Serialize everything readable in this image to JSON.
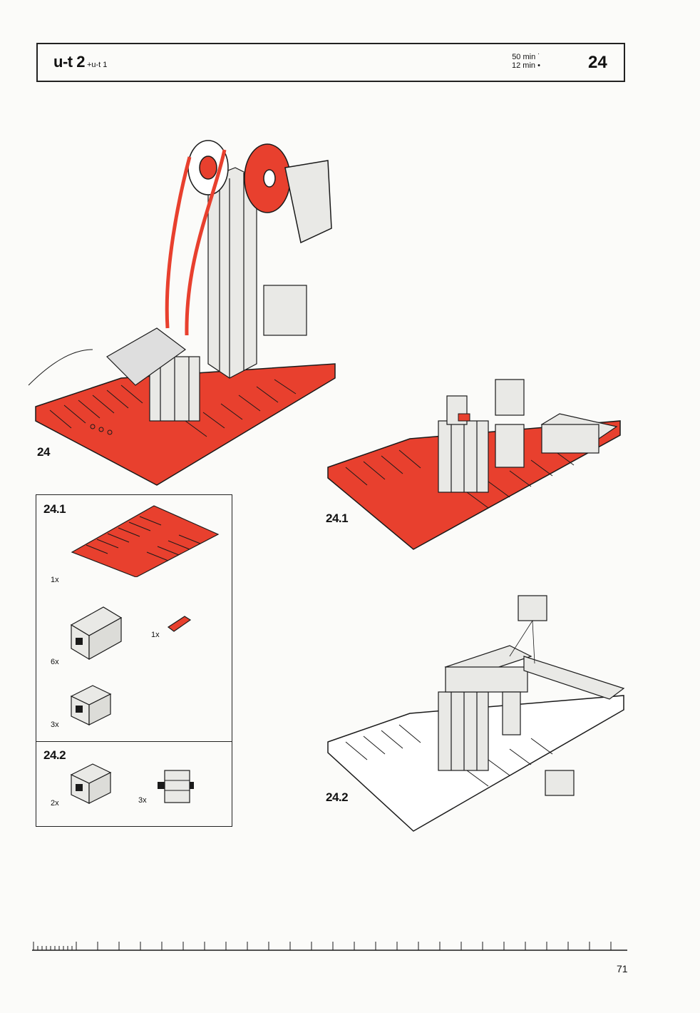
{
  "header": {
    "series": "u-t 2",
    "series_sub": "+u-t 1",
    "time_1": "50 min",
    "time_2": "12 min",
    "step": "24"
  },
  "figures": {
    "main_label": "24",
    "step1_label": "24.1",
    "step2_label": "24.2"
  },
  "parts": {
    "section_1": {
      "title": "24.1",
      "items": [
        {
          "qty": "1x",
          "part": "red-baseplate"
        },
        {
          "qty": "6x",
          "part": "building-block-30"
        },
        {
          "qty": "1x",
          "part": "red-small-piece"
        },
        {
          "qty": "3x",
          "part": "building-block-15"
        }
      ]
    },
    "section_2": {
      "title": "24.2",
      "items": [
        {
          "qty": "2x",
          "part": "building-block-15"
        },
        {
          "qty": "3x",
          "part": "building-block-15-with-pin"
        }
      ]
    }
  },
  "footer": {
    "page_number": "71"
  },
  "colors": {
    "part_red": "#e8402e",
    "part_grey": "#e9e9e6",
    "outline": "#1a1a1a"
  }
}
